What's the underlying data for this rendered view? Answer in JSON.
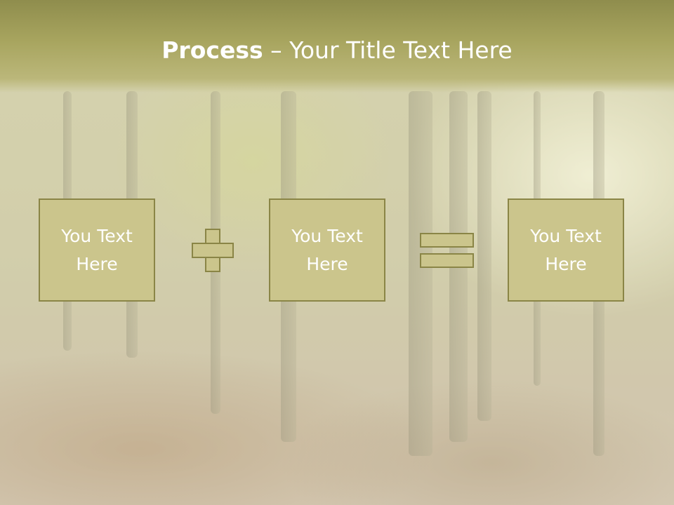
{
  "title": {
    "bold": "Process",
    "rest": " – Your Title Text Here"
  },
  "boxes": [
    {
      "line1": "You Text",
      "line2": "Here"
    },
    {
      "line1": "You Text",
      "line2": "Here"
    },
    {
      "line1": "You Text",
      "line2": "Here"
    }
  ],
  "operators": [
    "plus-icon",
    "equals-icon"
  ],
  "colors": {
    "title_bar": "#a8a55f",
    "box_fill": "#cbc58c",
    "box_border": "#8a8546",
    "text": "#ffffff"
  }
}
